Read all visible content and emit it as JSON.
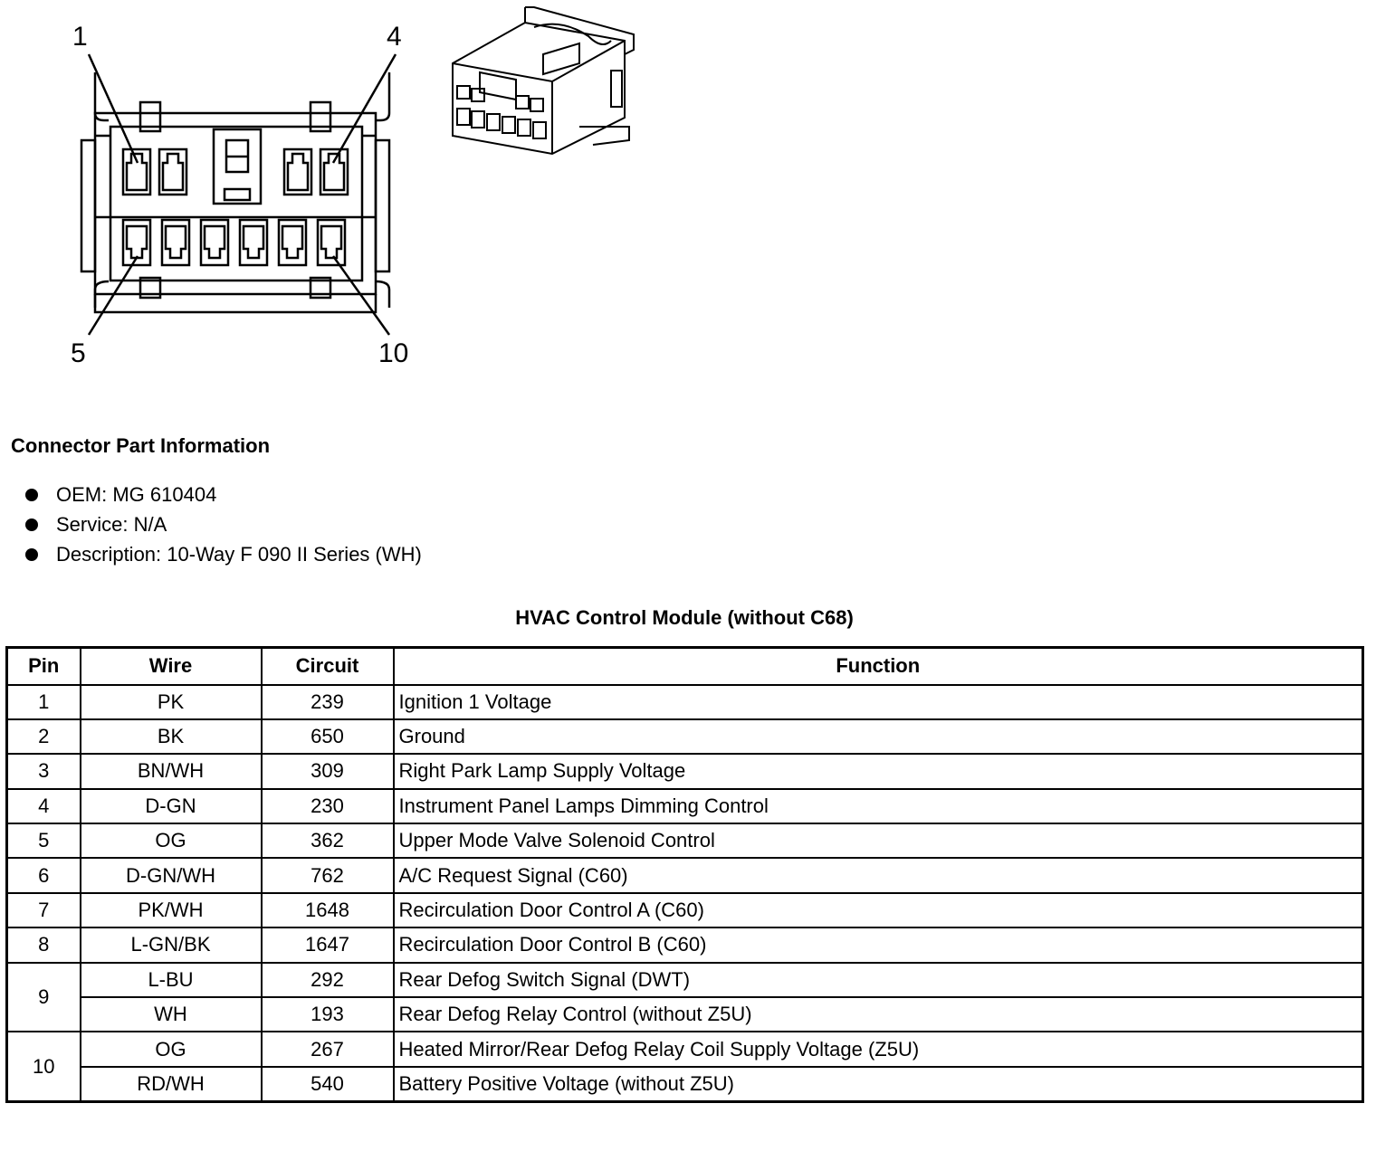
{
  "diagram": {
    "labels": [
      "1",
      "4",
      "5",
      "10"
    ]
  },
  "connector_info": {
    "title": "Connector Part Information",
    "items": [
      "OEM: MG 610404",
      "Service: N/A",
      "Description: 10-Way F 090 II Series (WH)"
    ]
  },
  "table": {
    "title": "HVAC Control Module (without C68)",
    "headers": {
      "pin": "Pin",
      "wire": "Wire",
      "circuit": "Circuit",
      "function": "Function"
    },
    "rows": [
      {
        "pin": "1",
        "wire": "PK",
        "circuit": "239",
        "function": "Ignition 1 Voltage"
      },
      {
        "pin": "2",
        "wire": "BK",
        "circuit": "650",
        "function": "Ground"
      },
      {
        "pin": "3",
        "wire": "BN/WH",
        "circuit": "309",
        "function": "Right Park Lamp Supply Voltage"
      },
      {
        "pin": "4",
        "wire": "D-GN",
        "circuit": "230",
        "function": "Instrument Panel Lamps Dimming Control"
      },
      {
        "pin": "5",
        "wire": "OG",
        "circuit": "362",
        "function": "Upper Mode Valve Solenoid Control"
      },
      {
        "pin": "6",
        "wire": "D-GN/WH",
        "circuit": "762",
        "function": "A/C Request Signal (C60)"
      },
      {
        "pin": "7",
        "wire": "PK/WH",
        "circuit": "1648",
        "function": "Recirculation Door Control A (C60)"
      },
      {
        "pin": "8",
        "wire": "L-GN/BK",
        "circuit": "1647",
        "function": "Recirculation Door Control B (C60)"
      },
      {
        "pin": "9",
        "wire": "L-BU",
        "circuit": "292",
        "function": "Rear Defog Switch Signal (DWT)"
      },
      {
        "pin": "",
        "wire": "WH",
        "circuit": "193",
        "function": "Rear Defog Relay Control (without Z5U)"
      },
      {
        "pin": "10",
        "wire": "OG",
        "circuit": "267",
        "function": "Heated Mirror/Rear Defog Relay Coil Supply Voltage (Z5U)"
      },
      {
        "pin": "",
        "wire": "RD/WH",
        "circuit": "540",
        "function": "Battery Positive Voltage (without Z5U)"
      }
    ]
  }
}
